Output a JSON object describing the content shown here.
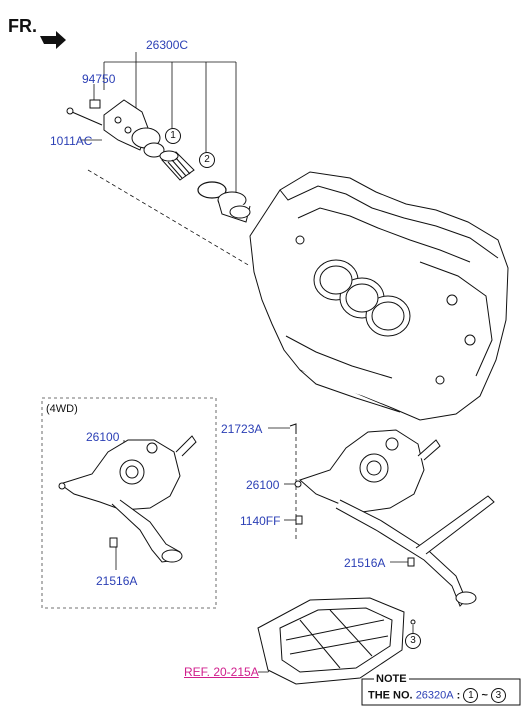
{
  "header": {
    "direction_label": "FR."
  },
  "labels": {
    "oil_filter_assy": "26300C",
    "bolt_94750": "94750",
    "bolt_1011ac": "1011AC",
    "pin_21723a": "21723A",
    "pump_main": "26100",
    "bolt_1140ff": "1140FF",
    "gasket_main": "21516A",
    "pump_4wd": "26100",
    "gasket_4wd": "21516A",
    "ref": "REF. 20-215A"
  },
  "callouts": {
    "c1": "1",
    "c2": "2",
    "c3": "3"
  },
  "inset": {
    "title": "(4WD)"
  },
  "note": {
    "title": "NOTE",
    "prefix": "THE NO.",
    "code": "26320A",
    "colon": " : ",
    "from": "1",
    "tilde": " ~ ",
    "to": "3"
  },
  "colors": {
    "part_number": "#2b3fb5",
    "reference": "#d01e8c",
    "line": "#111111"
  }
}
